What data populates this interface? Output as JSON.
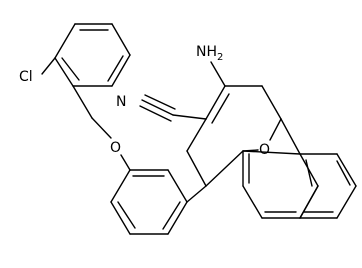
{
  "molecule": {
    "atoms": {
      "chlorine": "Cl",
      "ether_oxygen": "O",
      "ring_oxygen": "O",
      "nitrile_nitrogen": "N",
      "amine": "NH"
    },
    "amine_hydrogen_count": "2"
  }
}
